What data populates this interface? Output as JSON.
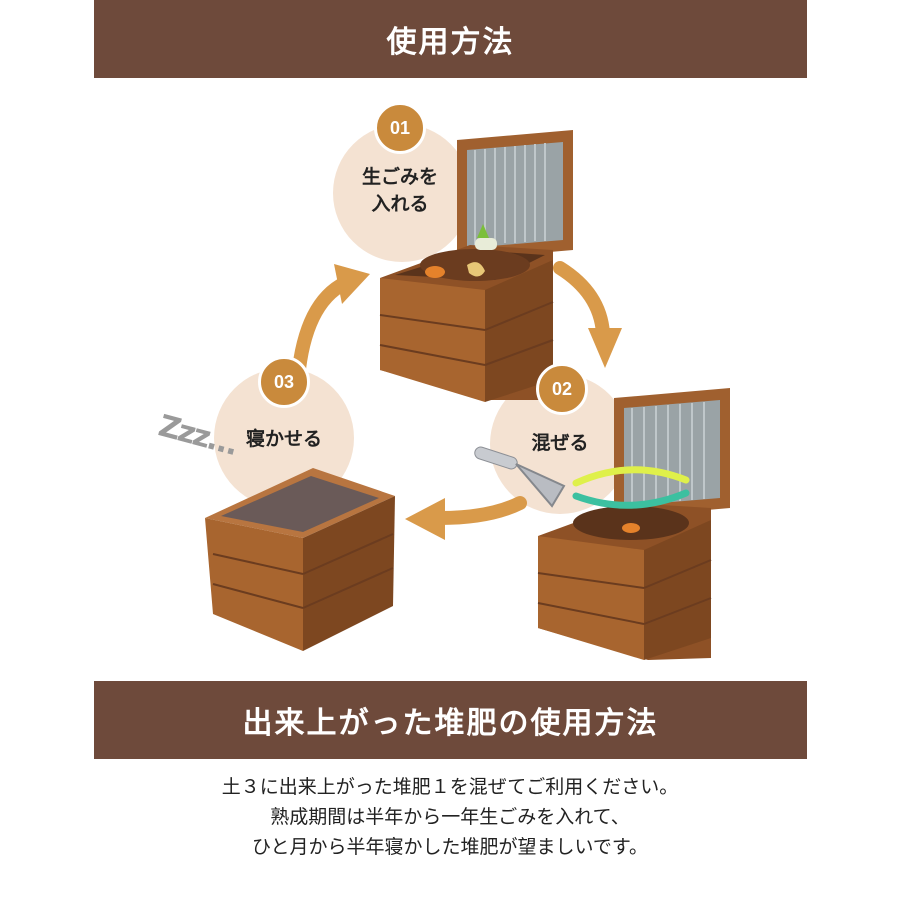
{
  "header": {
    "title": "使用方法"
  },
  "steps": [
    {
      "badge": "01",
      "label_line1": "生ごみを",
      "label_line2": "入れる"
    },
    {
      "badge": "02",
      "label": "混ぜる"
    },
    {
      "badge": "03",
      "label": "寝かせる"
    }
  ],
  "sleep_mark": "Zzz…",
  "section2": {
    "title": "出来上がった堆肥の使用方法",
    "lines": [
      "土３に出来上がった堆肥１を混ぜてご利用ください。",
      "熟成期間は半年から一年生ごみを入れて、",
      "ひと月から半年寝かした堆肥が望ましいです。"
    ]
  },
  "colors": {
    "banner": "#6e4a3b",
    "badge": "#c98a3c",
    "circle": "#f4e2d2",
    "arrow": "#d99a4a",
    "wood": "#9a5a2c"
  },
  "icons": [
    "compost-box-icon",
    "cycle-arrow-icon",
    "trowel-icon",
    "stir-arrows-icon",
    "vegetable-scraps-icon"
  ]
}
